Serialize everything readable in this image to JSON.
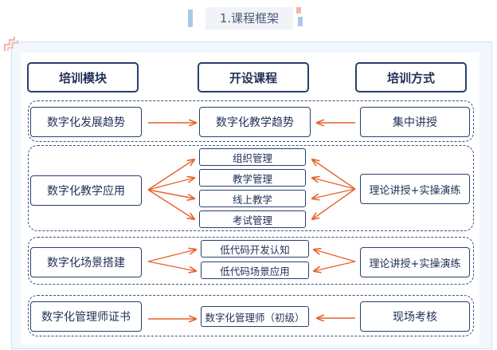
{
  "title": "1.课程框架",
  "headers": {
    "module": "培训模块",
    "course": "开设课程",
    "method": "培训方式"
  },
  "rows": [
    {
      "module": "数字化发展趋势",
      "courses": [
        "数字化教学趋势"
      ],
      "method": "集中讲授"
    },
    {
      "module": "数字化教学应用",
      "courses": [
        "组织管理",
        "教学管理",
        "线上教学",
        "考试管理"
      ],
      "method": "理论讲授+实操演练"
    },
    {
      "module": "数字化场景搭建",
      "courses": [
        "低代码开发认知",
        "低代码场景应用"
      ],
      "method": "理论讲授+实操演练"
    },
    {
      "module": "数字化管理师证书",
      "courses": [
        "数字化管理师（初级）"
      ],
      "method": "现场考核"
    }
  ],
  "colors": {
    "arrow": "#e8622c",
    "border": "#2a3e6e",
    "text": "#1f2f55"
  }
}
